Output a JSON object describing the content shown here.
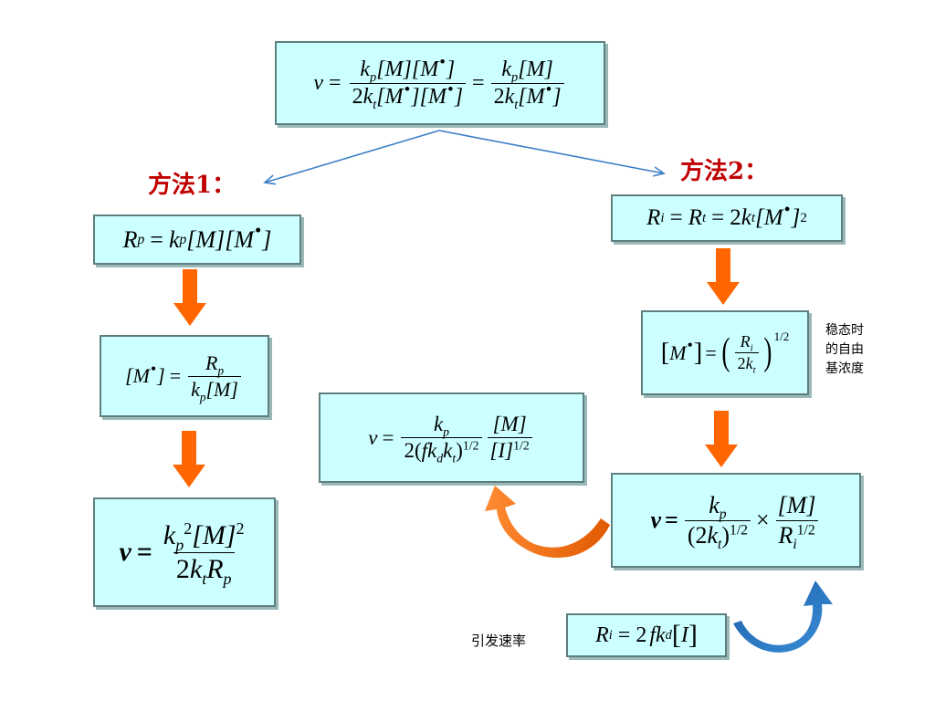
{
  "labels": {
    "method1": "方法1：",
    "method2": "方法2：",
    "steady_state_note": [
      "稳态时",
      "的自由",
      "基浓度"
    ],
    "init_rate": "引发速率"
  },
  "colors": {
    "box_fill": "#ccffff",
    "box_border": "#5f7f7f",
    "label_red": "#c00000",
    "arrow_orange": "#ff6600",
    "arrow_blue": "#1f6fb5",
    "line_blue": "#3a7ec8"
  },
  "symbols": {
    "nu": "ν",
    "eq": "=",
    "times": "×",
    "kp": "k",
    "sub_p": "p",
    "sub_t": "t",
    "sub_i": "i",
    "sub_d": "d",
    "M": "[M]",
    "M_open": "[M",
    "close": "]",
    "dot": "•",
    "Rp": "R",
    "Ri": "R",
    "Rt": "R",
    "two": "2",
    "half": "1/2",
    "sq": "2",
    "I": "[I]",
    "f": "f",
    "lp": "(",
    "rp": ")"
  }
}
